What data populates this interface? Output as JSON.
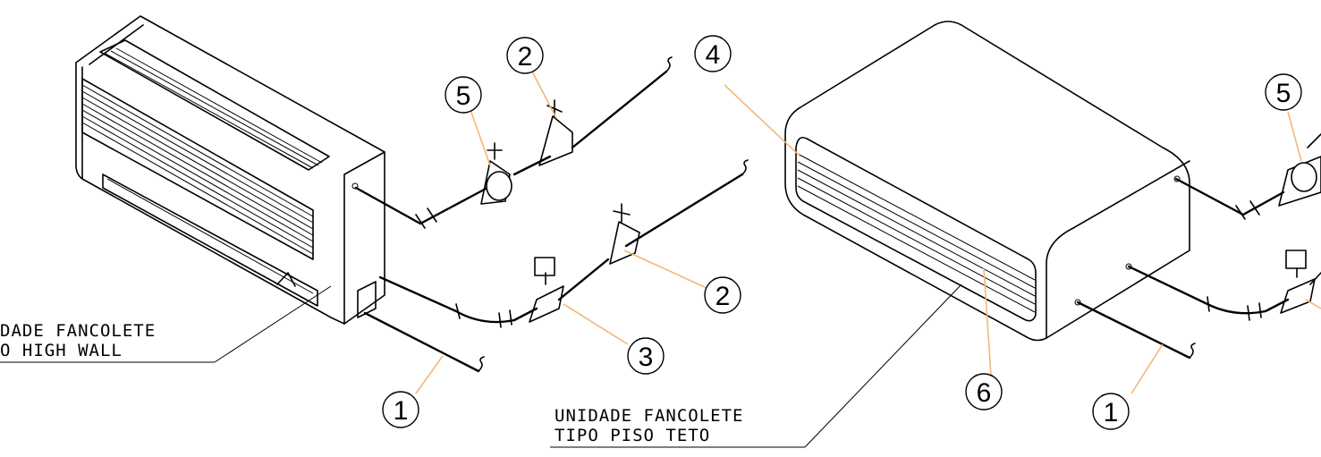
{
  "labels": {
    "high_wall_line1": "DADE FANCOLETE",
    "high_wall_line2": "O HIGH WALL",
    "piso_teto_line1": "UNIDADE FANCOLETE",
    "piso_teto_line2": "TIPO PISO TETO"
  },
  "callouts": {
    "hw_valve_upper": "2",
    "hw_valve_lower": "2",
    "hw_filter": "5",
    "hw_solenoid": "3",
    "hw_pipe": "1",
    "pt_grille": "4",
    "pt_filter": "5",
    "pt_pipe": "1",
    "pt_drain": "6"
  },
  "colors": {
    "ink": "#000000",
    "leader": "#f2b77a",
    "background": "#ffffff"
  }
}
